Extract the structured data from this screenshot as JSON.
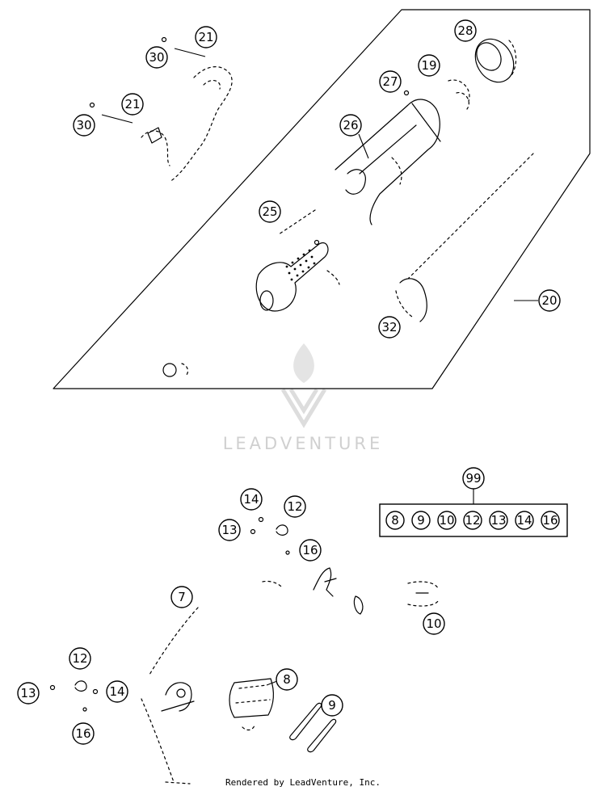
{
  "callouts": {
    "c21a": "21",
    "c30a": "30",
    "c21b": "21",
    "c30b": "30",
    "c28": "28",
    "c19": "19",
    "c27": "27",
    "c26": "26",
    "c25": "25",
    "c20": "20",
    "c32": "32",
    "c99": "99",
    "c14a": "14",
    "c12a": "12",
    "c13a": "13",
    "c16a": "16",
    "c7": "7",
    "c10": "10",
    "c12b": "12",
    "c13b": "13",
    "c14b": "14",
    "c16b": "16",
    "c8": "8",
    "c9": "9"
  },
  "kit_items": [
    "8",
    "9",
    "10",
    "12",
    "13",
    "14",
    "16"
  ],
  "watermark": "LEADVENTURE",
  "footer": "Rendered by LeadVenture, Inc."
}
